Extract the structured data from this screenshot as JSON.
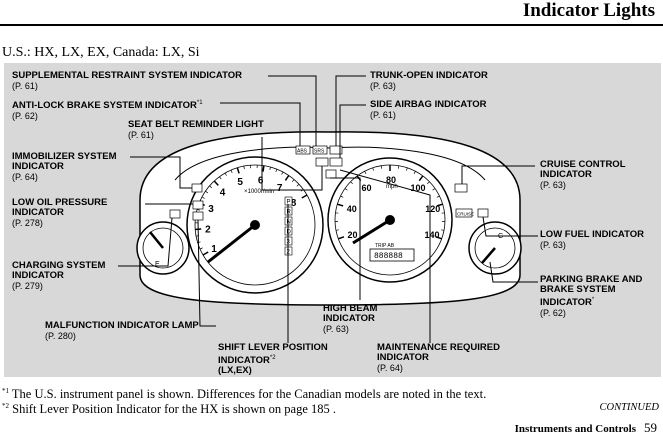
{
  "header": {
    "title": "Indicator Lights"
  },
  "subheading": "U.S.: HX, LX, EX, Canada: LX, Si",
  "labels": {
    "srs": {
      "name": "SUPPLEMENTAL RESTRAINT SYSTEM INDICATOR",
      "page": "(P. 61)"
    },
    "abs": {
      "name": "ANTI-LOCK BRAKE SYSTEM INDICATOR",
      "mark": "*1",
      "page": "(P. 62)"
    },
    "seatbelt": {
      "name": "SEAT BELT REMINDER LIGHT",
      "page": "(P. 61)"
    },
    "immobilizer": {
      "line1": "IMMOBILIZER SYSTEM",
      "line2": "INDICATOR",
      "page": "(P. 64)"
    },
    "oil": {
      "line1": "LOW OIL PRESSURE",
      "line2": "INDICATOR",
      "page": "(P. 278)"
    },
    "charging": {
      "line1": "CHARGING SYSTEM",
      "line2": "INDICATOR",
      "page": "(P. 279)"
    },
    "malfunction": {
      "name": "MALFUNCTION INDICATOR LAMP",
      "page": "(P. 280)"
    },
    "shift": {
      "line1": "SHIFT LEVER POSITION",
      "line2": "INDICATOR",
      "mark": "*2",
      "line3": "(LX,EX)"
    },
    "highbeam": {
      "line1": "HIGH BEAM",
      "line2": "INDICATOR",
      "page": "(P. 63)"
    },
    "maintenance": {
      "line1": "MAINTENANCE REQUIRED",
      "line2": "INDICATOR",
      "page": "(P. 64)"
    },
    "trunk": {
      "name": "TRUNK-OPEN INDICATOR",
      "page": "(P. 63)"
    },
    "sideairbag": {
      "name": "SIDE AIRBAG INDICATOR",
      "page": "(P. 61)"
    },
    "cruise": {
      "line1": "CRUISE CONTROL",
      "line2": "INDICATOR",
      "page": "(P. 63)"
    },
    "fuel": {
      "name": "LOW FUEL INDICATOR",
      "page": "(P. 63)"
    },
    "parking": {
      "line1": "PARKING BRAKE AND",
      "line2": "BRAKE SYSTEM",
      "line3": "INDICATOR",
      "mark": "*",
      "page": "(P. 62)"
    }
  },
  "gauge": {
    "tach_numbers": [
      "1",
      "2",
      "3",
      "4",
      "5",
      "6",
      "7",
      "8"
    ],
    "tach_unit": "×1000r/min",
    "speed_numbers": [
      "20",
      "40",
      "60",
      "80",
      "100",
      "120",
      "140"
    ],
    "speed_unit": "mph",
    "odometer": "TRIP AB",
    "odometer_value": "888888",
    "shift_letters": [
      "P",
      "R",
      "N",
      "D",
      "3",
      "2"
    ],
    "fuel_letter": "E",
    "temp_letter": "C",
    "abs_text": "ABS",
    "srs_text": "SRS",
    "cruise_text": "CRUISE",
    "icon_names": [
      "seatbelt-icon",
      "oil-can-icon",
      "battery-icon",
      "check-engine-icon",
      "high-beam-icon",
      "car-trunk-icon",
      "airbag-icon",
      "brake-icon",
      "fuel-pump-icon",
      "key-icon"
    ]
  },
  "footnotes": {
    "f1_mark": "*1",
    "f1_text": "The U.S. instrument panel is shown. Differences for the Canadian models are noted in the text.",
    "f2_mark": "*2",
    "f2_text": "Shift Lever Position Indicator for the HX is shown on page 185 ."
  },
  "continued": "CONTINUED",
  "footer": {
    "section": "Instruments and Controls",
    "page": "59"
  }
}
